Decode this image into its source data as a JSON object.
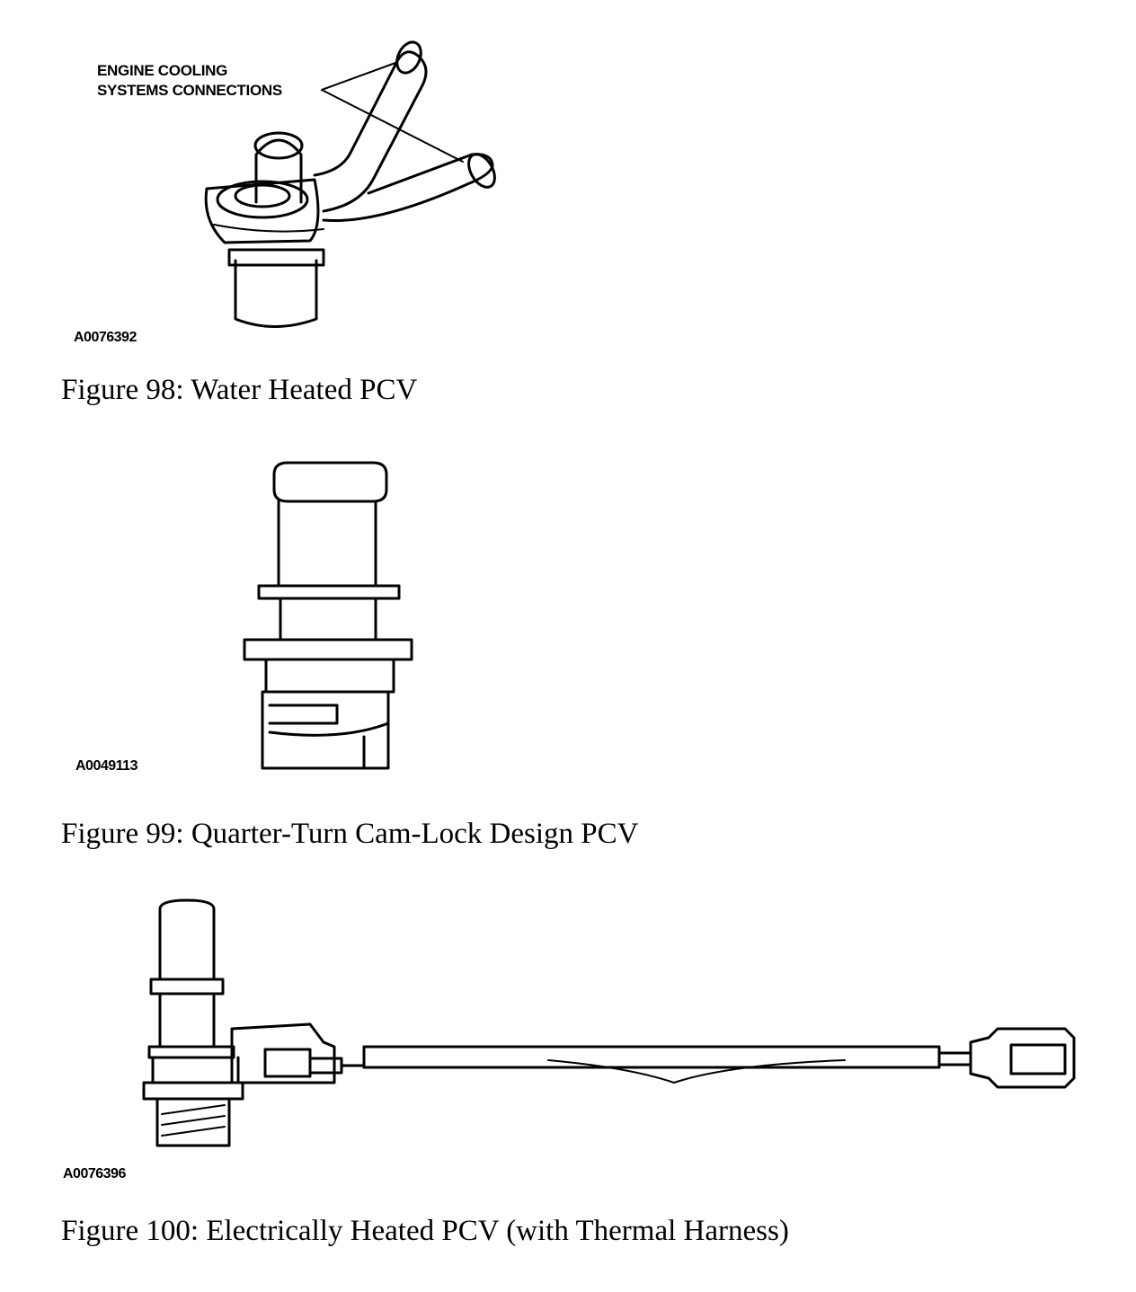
{
  "figures": [
    {
      "callout_line1": "ENGINE COOLING",
      "callout_line2": "SYSTEMS CONNECTIONS",
      "ref": "A0076392",
      "caption": "Figure 98: Water Heated PCV"
    },
    {
      "ref": "A0049113",
      "caption": "Figure 99: Quarter-Turn Cam-Lock Design PCV"
    },
    {
      "ref": "A0076396",
      "caption": "Figure 100: Electrically Heated PCV (with Thermal Harness)"
    }
  ]
}
